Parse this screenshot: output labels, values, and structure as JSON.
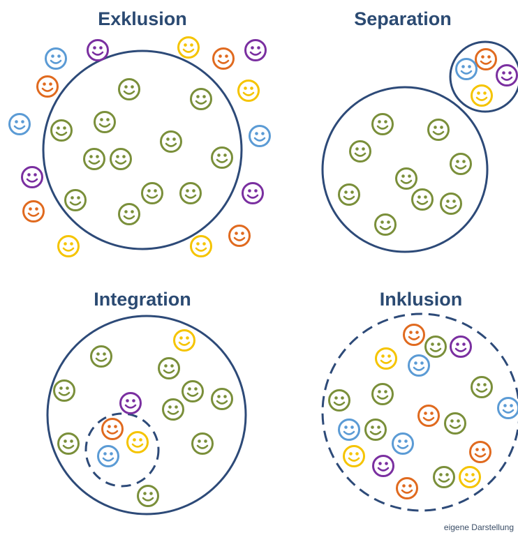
{
  "panels": [
    {
      "title": "Exklusion"
    },
    {
      "title": "Separation"
    },
    {
      "title": "Integration"
    },
    {
      "title": "Inklusion"
    }
  ],
  "footer": "eigene Darstellung",
  "colors": {
    "circle": "#2d4a78",
    "green": "#7a8f3a",
    "orange": "#e06a1f",
    "purple": "#7a2fa0",
    "blue": "#5b9bd5",
    "yellow": "#f5c400"
  },
  "icon": "smiley-face-icon"
}
